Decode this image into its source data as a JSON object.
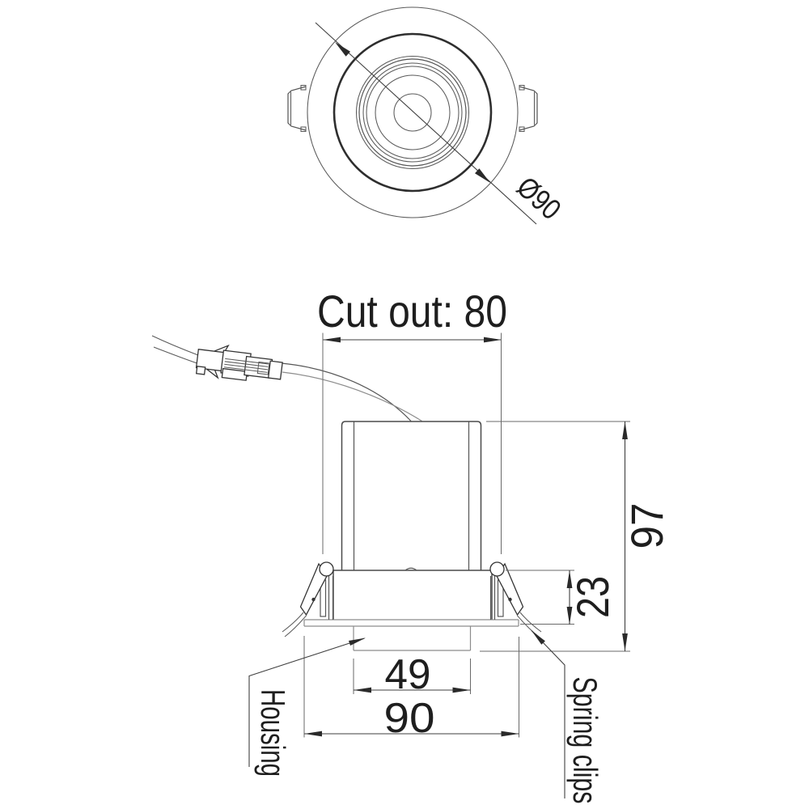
{
  "drawing": {
    "type": "technical-dimension-drawing",
    "subject": "recessed downlight fixture, top view and front section view",
    "colors": {
      "ink": "#2a2a2a",
      "line_main": "#4a4a4a",
      "line_light": "#8c8c8c",
      "background": "#ffffff"
    },
    "top_view": {
      "diameter": "Ø90"
    },
    "front_view": {
      "cutout": "Cut out: 80"
    },
    "dimensions": {
      "overall_height": "97",
      "trim_height": "23",
      "lens_width": "49",
      "flange_width": "90"
    },
    "labels": {
      "housing": "Housing",
      "spring_clips": "Spring clips"
    },
    "values": {
      "cutout_mm": 80,
      "flange_diameter_mm": 90,
      "overall_height_mm": 97,
      "trim_height_mm": 23,
      "lens_width_mm": 49,
      "flange_width_mm": 90
    }
  }
}
